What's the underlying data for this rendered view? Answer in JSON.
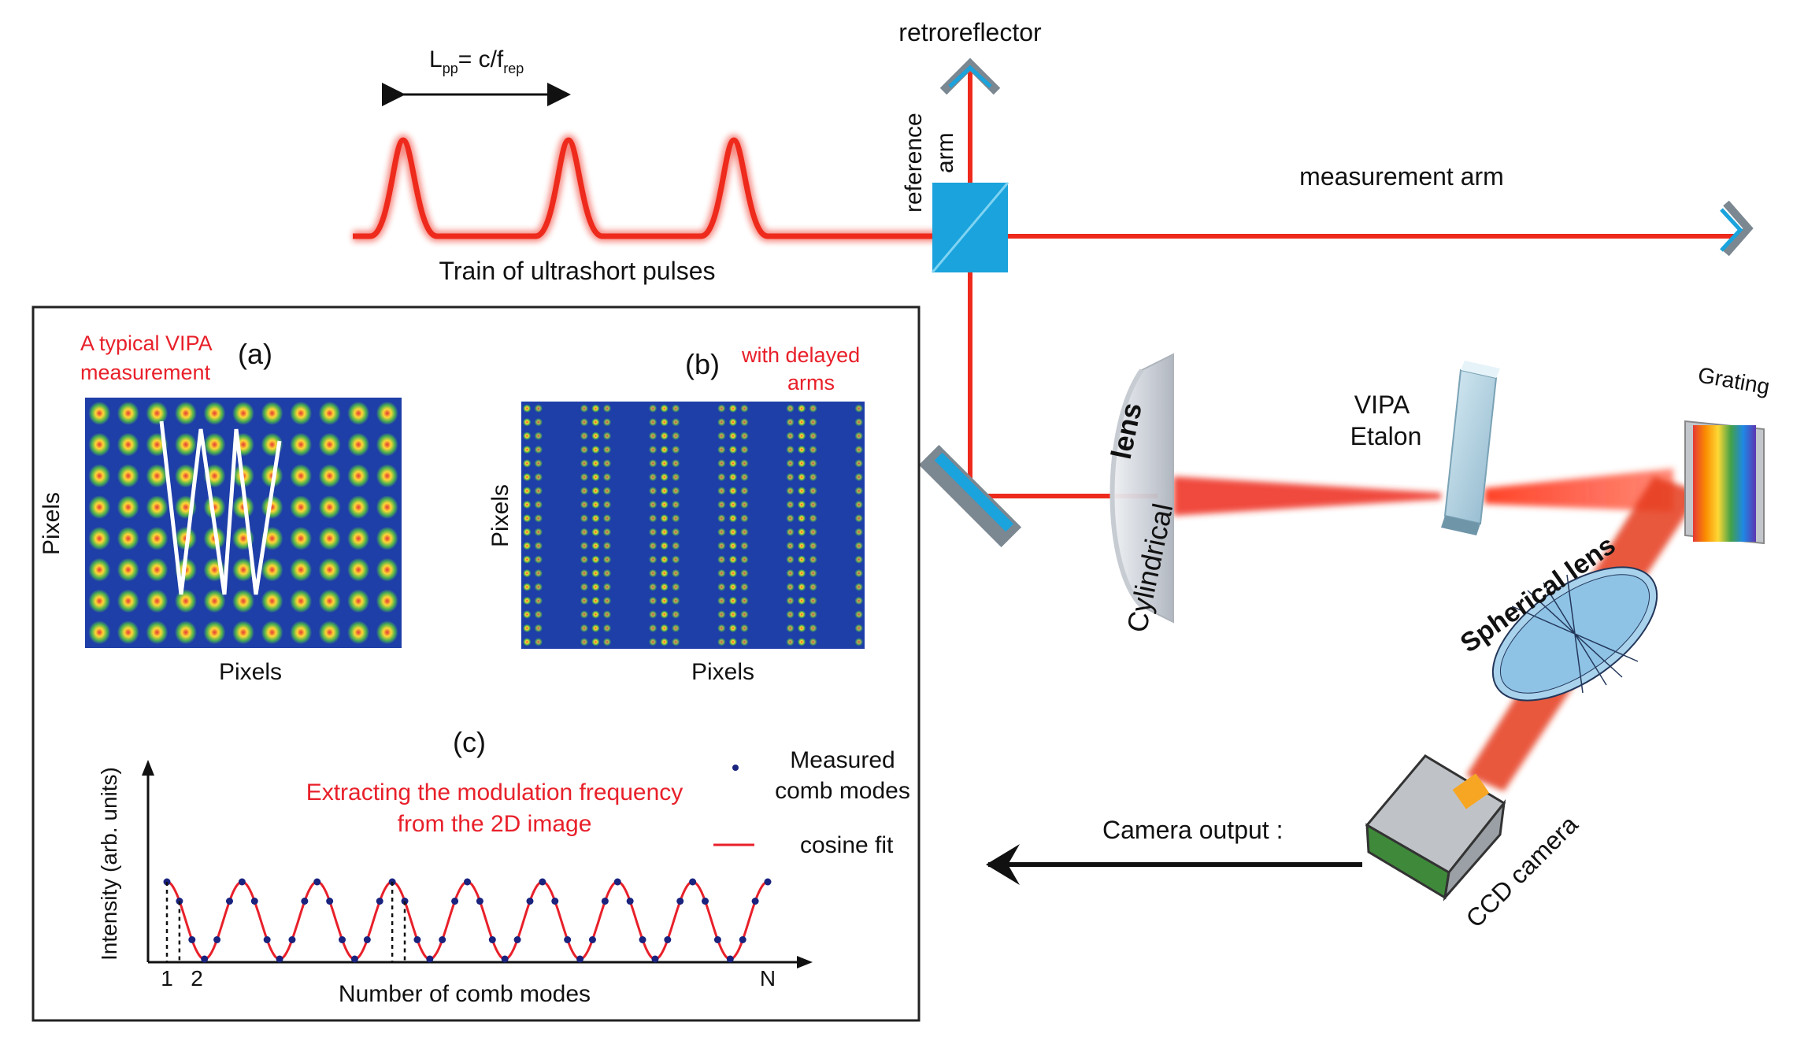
{
  "pulses": {
    "label": "Train of ultrashort pulses",
    "spacing_main": "L",
    "spacing_main_sub": "pp",
    "spacing_eq": "= c/f",
    "spacing_eq_sub": "rep"
  },
  "optics": {
    "retroreflector": "retroreflector",
    "reference_arm_line1": "reference",
    "reference_arm_line2": "arm",
    "measurement_arm": "measurement arm",
    "cylindrical_lens_part1": "Cylindrical",
    "cylindrical_lens_part2": "lens",
    "vipa_line1": "VIPA",
    "vipa_line2": "Etalon",
    "grating": "Grating",
    "spherical_lens": "Spherical lens",
    "ccd_camera": "CCD camera",
    "camera_output": "Camera output :"
  },
  "panel_a": {
    "tag": "(a)",
    "note_line1": "A typical VIPA",
    "note_line2": "measurement",
    "xlabel": "Pixels",
    "ylabel": "Pixels"
  },
  "panel_b": {
    "tag": "(b)",
    "note_line1": "with  delayed",
    "note_line2": "arms",
    "xlabel": "Pixels",
    "ylabel": "Pixels"
  },
  "panel_c": {
    "tag": "(c)",
    "note_line1": "Extracting the modulation frequency",
    "note_line2": "from the 2D image",
    "legend_measured_line1": "Measured",
    "legend_measured_line2": "comb modes",
    "legend_fit": "cosine fit",
    "xlabel": "Number of comb modes",
    "ylabel": "Intensity (arb. units)",
    "tick_1": "1",
    "tick_2": "2",
    "tick_n": "N"
  },
  "chart_data": {
    "type": "scatter",
    "xlabel": "Number of comb modes",
    "ylabel": "Intensity (arb. units)",
    "periods": 8,
    "points_per_period": 6,
    "series": [
      {
        "name": "Measured comb modes",
        "style": "dots",
        "values": [
          1.0,
          0.75,
          0.25,
          0.0,
          0.25,
          0.75,
          1.0,
          0.75,
          0.25,
          0.0,
          0.25,
          0.75,
          1.0,
          0.75,
          0.25,
          0.0,
          0.25,
          0.75,
          1.0,
          0.75,
          0.25,
          0.0,
          0.25,
          0.75,
          1.0,
          0.75,
          0.25,
          0.0,
          0.25,
          0.75,
          1.0,
          0.75,
          0.25,
          0.0,
          0.25,
          0.75,
          1.0,
          0.75,
          0.25,
          0.0,
          0.25,
          0.75,
          1.0,
          0.75,
          0.25,
          0.0,
          0.25,
          0.75,
          1.0
        ]
      },
      {
        "name": "cosine fit",
        "style": "line",
        "color": "#e8202a"
      }
    ]
  },
  "colors": {
    "beam": "#ee2a1c",
    "optic_blue": "#1aa3dc",
    "annotation_red": "#e8202a",
    "dot_navy": "#1a237e",
    "heatmap_bg": "#1e3ea8"
  }
}
